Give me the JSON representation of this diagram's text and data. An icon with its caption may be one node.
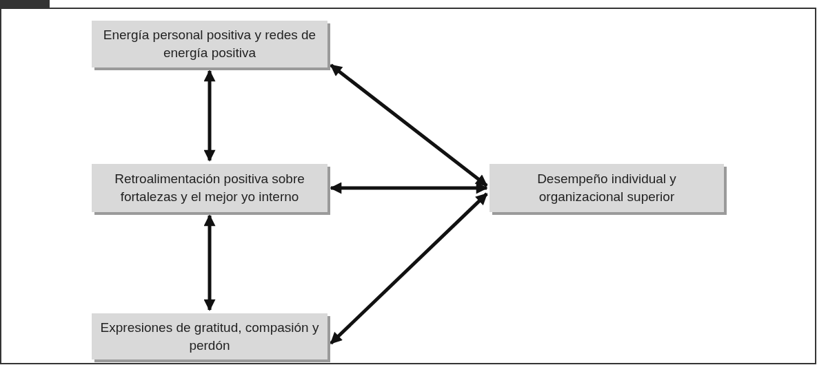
{
  "diagram": {
    "nodes": [
      {
        "text": [
          "Energía personal positiva y redes de energía positiva"
        ]
      },
      {
        "text": [
          "Retroalimentación positiva sobre fortalezas y el mejor yo interno"
        ]
      },
      {
        "text": [
          "Expresiones de gratitud, compasión y perdón"
        ]
      },
      {
        "text": [
          "Desempeño individual y organizacional superior"
        ]
      }
    ],
    "edges": [
      {
        "from": 0,
        "to": 1,
        "arrow": "both"
      },
      {
        "from": 1,
        "to": 2,
        "arrow": "both"
      },
      {
        "from": 0,
        "to": 3,
        "arrow": "both"
      },
      {
        "from": 1,
        "to": 3,
        "arrow": "both"
      },
      {
        "from": 2,
        "to": 3,
        "arrow": "both"
      }
    ]
  }
}
